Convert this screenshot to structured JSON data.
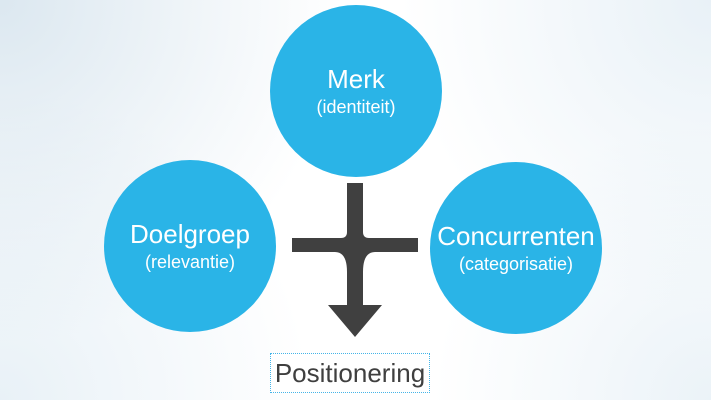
{
  "diagram": {
    "type": "merge-arrow-diagram",
    "circles": [
      {
        "id": "merk",
        "label": "Merk",
        "sublabel": "(identiteit)"
      },
      {
        "id": "doelgroep",
        "label": "Doelgroep",
        "sublabel": "(relevantie)"
      },
      {
        "id": "concurrenten",
        "label": "Concurrenten",
        "sublabel": "(categorisatie)"
      }
    ],
    "result": {
      "label": "Positionering"
    },
    "colors": {
      "circle_fill": "#2ab4e7",
      "circle_text": "#ffffff",
      "arrow": "#404040",
      "result_text": "#3f3f3f",
      "result_border": "#45b5e8",
      "background_tint": "#d7e3ec"
    }
  }
}
